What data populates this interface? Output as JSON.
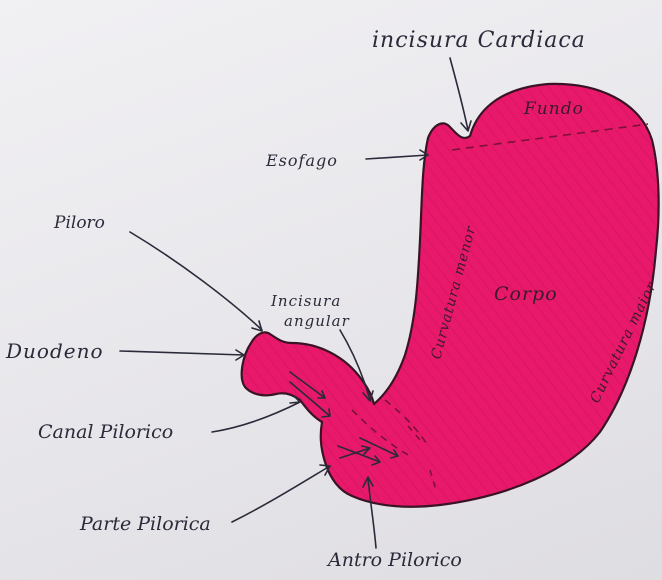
{
  "colors": {
    "stomach_fill": "#e8196a",
    "stomach_stroke": "#3a1425",
    "ink": "#2a2a3a",
    "paper": "#ecebef"
  },
  "labels": {
    "incisura_cardiaca": "incisura Cardiaca",
    "fundo": "Fundo",
    "esofago": "Esofago",
    "piloro": "Piloro",
    "curvatura_menor": "Curvatura menor",
    "incisura_angular_line1": "Incisura",
    "incisura_angular_line2": "angular",
    "corpo": "Corpo",
    "curvatura_maior": "Curvatura maior",
    "duodeno": "Duodeno",
    "canal_pilorico": "Canal Pilorico",
    "parte_pilorica": "Parte Pilorica",
    "antro_pilorico": "Antro Pilorico"
  }
}
